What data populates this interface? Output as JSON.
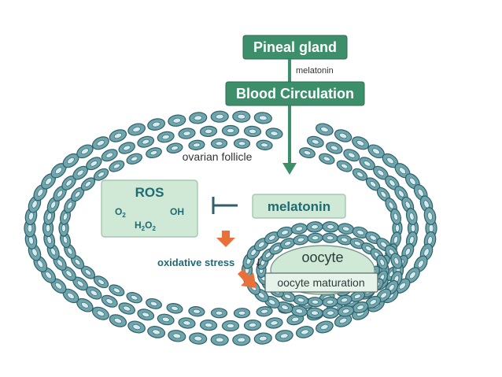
{
  "colors": {
    "box_green": "#3d8f6b",
    "arrow_green": "#3d8f6b",
    "cell_fill": "#6fa5ad",
    "cell_stroke": "#2f5f68",
    "cell_nucleus": "#d7ebee",
    "light_green_fill": "#cfe9d6",
    "teal_text": "#1d6b74",
    "orange_arrow": "#e8703a",
    "inhibit_line": "#2f5f68"
  },
  "top": {
    "pineal_gland": "Pineal gland",
    "melatonin_small": "melatonin",
    "blood_circulation": "Blood Circulation"
  },
  "follicle": {
    "label": "ovarian follicle"
  },
  "ros": {
    "title": "ROS",
    "o2_base": "O",
    "o2_sub": "2",
    "oh": "OH",
    "h_base": "H",
    "h_sub": "2",
    "o_base": "O",
    "o_sub": "2"
  },
  "melatonin_box": "melatonin",
  "oxidative_stress": "oxidative stress",
  "down_arrow_glyph": "↓",
  "oocyte": {
    "title": "oocyte",
    "maturation": "oocyte maturation"
  }
}
